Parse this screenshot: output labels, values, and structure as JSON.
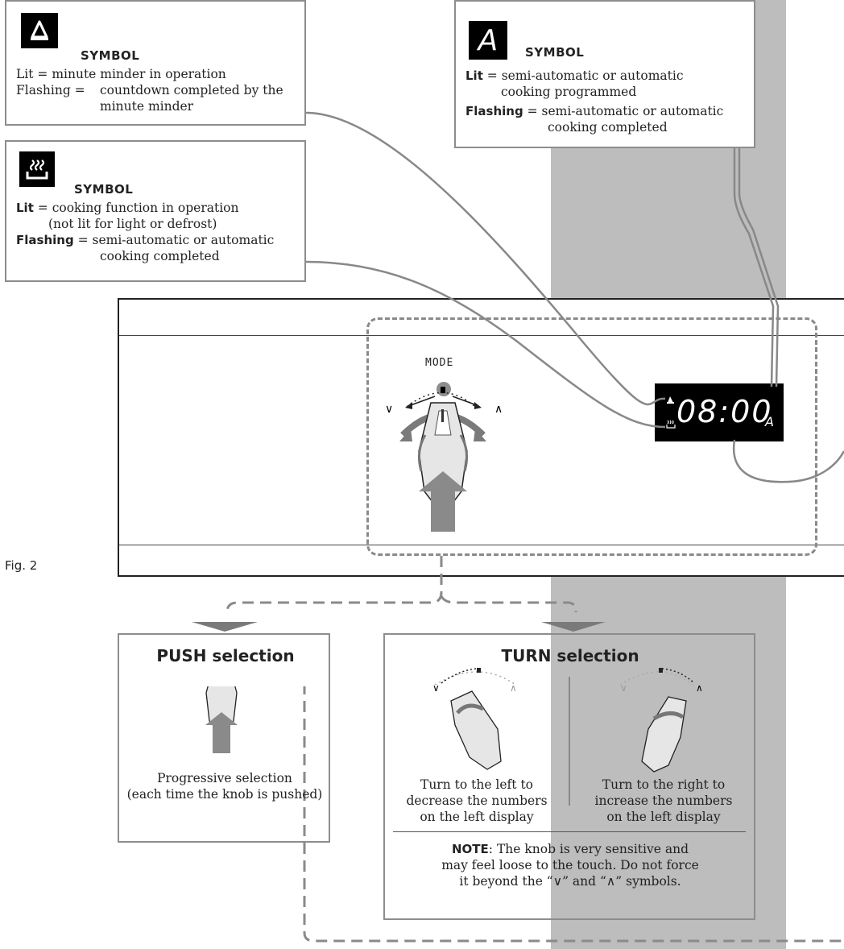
{
  "bell_box": {
    "icon": "bell-icon",
    "title": "SYMBOL",
    "lines": [
      "Lit = minute minder in operation",
      "Flashing =",
      "countdown completed by the",
      "minute minder"
    ]
  },
  "steam_box": {
    "icon": "steam-pan-icon",
    "title": "SYMBOL",
    "lit_label": "Lit",
    "lit_text": " = cooking function in operation",
    "lit_text2": "(not lit for light or defrost)",
    "flash_label": "Flashing",
    "flash_text": " = semi-automatic or automatic",
    "flash_text2": "cooking completed"
  },
  "auto_box": {
    "icon_glyph": "A",
    "title": "SYMBOL",
    "lit_label": "Lit",
    "lit_text": " = semi-automatic or automatic",
    "lit_text2": "cooking programmed",
    "flash_label": "Flashing",
    "flash_text": " = semi-automatic or automatic",
    "flash_text2": "cooking completed"
  },
  "control_panel": {
    "mode_label": "MODE",
    "display_digits": "08:00",
    "display_auto": "A"
  },
  "figure_label": "Fig. 2",
  "push_box": {
    "title": "PUSH selection",
    "caption1": "Progressive selection",
    "caption2": "(each time the knob is pushed)"
  },
  "turn_box": {
    "title": "TURN selection",
    "left_caption": [
      "Turn to the left to",
      "decrease the numbers",
      "on the left display"
    ],
    "right_caption": [
      "Turn to the right to",
      "increase the numbers",
      "on the left display"
    ],
    "note_label": "NOTE",
    "note_line1": ": The knob is very sensitive and",
    "note_line2": "may feel loose to the touch. Do not force",
    "note_line3": "it beyond the “∨” and “∧” symbols."
  },
  "colors": {
    "stripe": "#bdbdbd",
    "box_border": "#8d8d8d",
    "dashed": "#8a8a8a",
    "display": "#000000"
  }
}
